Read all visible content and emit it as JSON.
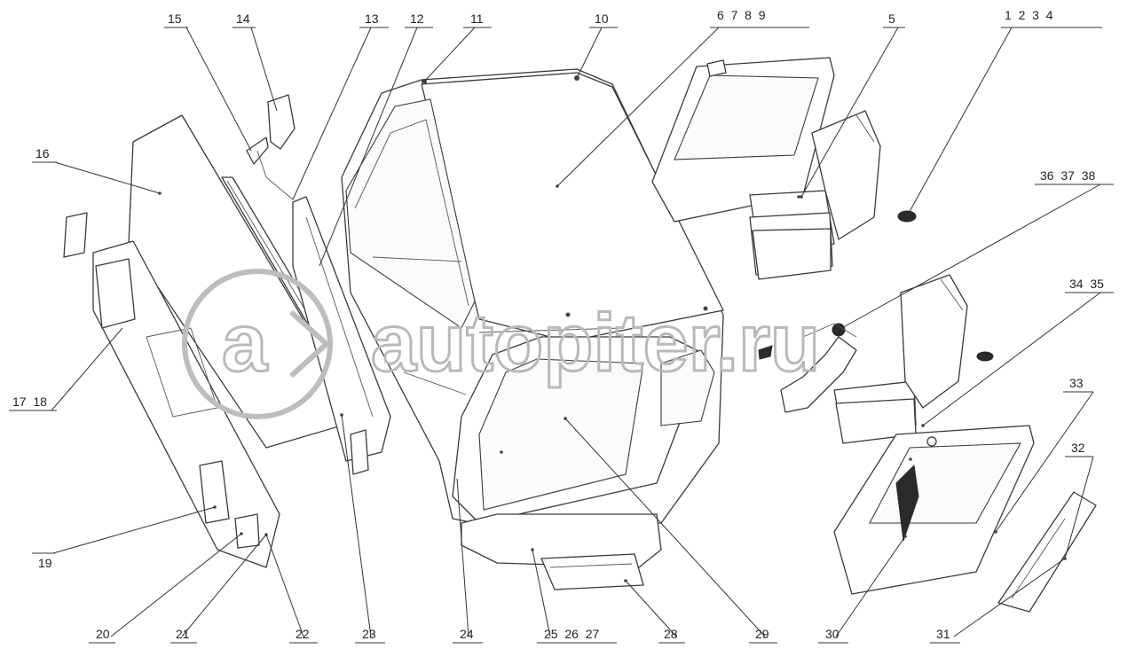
{
  "diagram": {
    "type": "exploded-parts-drawing",
    "watermark": "autopiter.ru",
    "watermark_logo": "a-arrow-logo",
    "callouts": [
      {
        "id": "c15",
        "label": "15"
      },
      {
        "id": "c14",
        "label": "14"
      },
      {
        "id": "c13",
        "label": "13"
      },
      {
        "id": "c12",
        "label": "12"
      },
      {
        "id": "c11",
        "label": "11"
      },
      {
        "id": "c10",
        "label": "10"
      },
      {
        "id": "c6789",
        "label": "6  7  8  9"
      },
      {
        "id": "c5",
        "label": "5"
      },
      {
        "id": "c1234",
        "label": "1  2  3  4"
      },
      {
        "id": "c16",
        "label": "16"
      },
      {
        "id": "c363738",
        "label": "36  37  38"
      },
      {
        "id": "c3435",
        "label": "34  35"
      },
      {
        "id": "c1718",
        "label": "17  18"
      },
      {
        "id": "c33",
        "label": "33"
      },
      {
        "id": "c32",
        "label": "32"
      },
      {
        "id": "c19",
        "label": "19"
      },
      {
        "id": "c20",
        "label": "20"
      },
      {
        "id": "c21",
        "label": "21"
      },
      {
        "id": "c22",
        "label": "22"
      },
      {
        "id": "c23",
        "label": "23"
      },
      {
        "id": "c24",
        "label": "24"
      },
      {
        "id": "c252627",
        "label": "25  26  27"
      },
      {
        "id": "c28",
        "label": "28"
      },
      {
        "id": "c29",
        "label": "29"
      },
      {
        "id": "c30",
        "label": "30"
      },
      {
        "id": "c31",
        "label": "31"
      }
    ]
  }
}
